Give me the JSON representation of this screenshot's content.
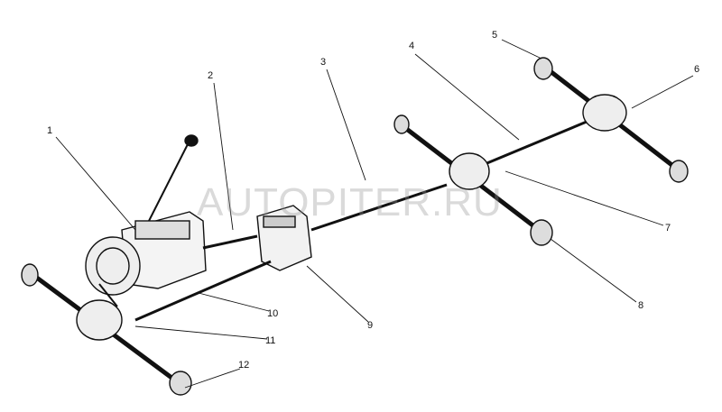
{
  "diagram": {
    "watermark": "AUTOPITER.RU",
    "callouts": [
      "1",
      "2",
      "3",
      "4",
      "5",
      "6",
      "7",
      "8",
      "9",
      "10",
      "11",
      "12"
    ]
  }
}
